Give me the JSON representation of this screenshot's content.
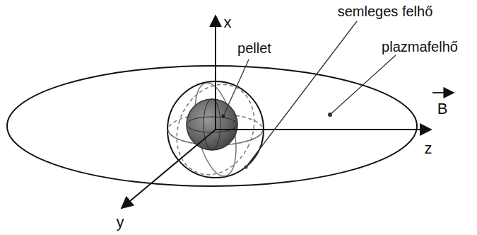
{
  "diagram": {
    "labels": [
      "x",
      "pellet",
      "semleges felhő",
      "plazmafelhő",
      "B",
      "z",
      "y"
    ]
  }
}
